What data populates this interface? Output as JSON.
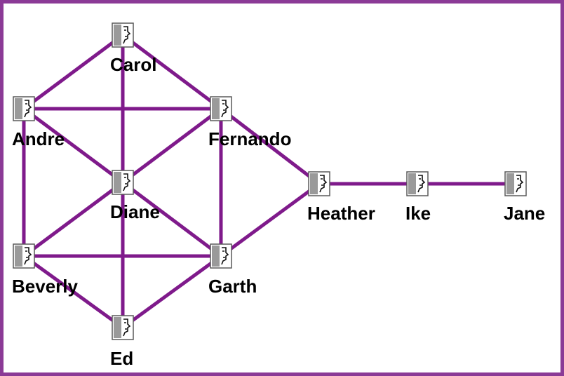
{
  "diagram": {
    "colors": {
      "border": "#8b3a96",
      "edge": "#7f1a8b",
      "label": "#000000",
      "background": "#ffffff"
    },
    "node_icon": "person-computer-icon",
    "nodes": [
      {
        "id": "carol",
        "label": "Carol"
      },
      {
        "id": "andre",
        "label": "Andre"
      },
      {
        "id": "fernando",
        "label": "Fernando"
      },
      {
        "id": "diane",
        "label": "Diane"
      },
      {
        "id": "heather",
        "label": "Heather"
      },
      {
        "id": "ike",
        "label": "Ike"
      },
      {
        "id": "jane",
        "label": "Jane"
      },
      {
        "id": "beverly",
        "label": "Beverly"
      },
      {
        "id": "garth",
        "label": "Garth"
      },
      {
        "id": "ed",
        "label": "Ed"
      }
    ],
    "edges": [
      [
        "carol",
        "andre"
      ],
      [
        "carol",
        "fernando"
      ],
      [
        "carol",
        "ed"
      ],
      [
        "andre",
        "fernando"
      ],
      [
        "andre",
        "diane"
      ],
      [
        "andre",
        "beverly"
      ],
      [
        "fernando",
        "diane"
      ],
      [
        "fernando",
        "garth"
      ],
      [
        "fernando",
        "heather"
      ],
      [
        "diane",
        "beverly"
      ],
      [
        "diane",
        "garth"
      ],
      [
        "beverly",
        "garth"
      ],
      [
        "beverly",
        "ed"
      ],
      [
        "garth",
        "ed"
      ],
      [
        "garth",
        "heather"
      ],
      [
        "heather",
        "ike"
      ],
      [
        "ike",
        "jane"
      ]
    ]
  }
}
